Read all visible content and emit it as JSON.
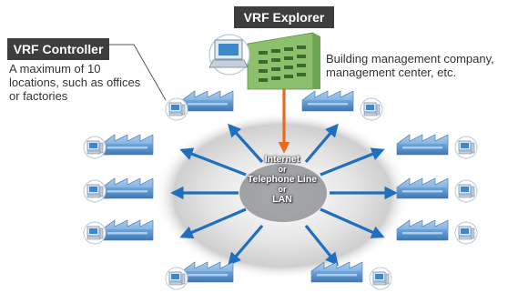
{
  "labels": {
    "explorer": "VRF Explorer",
    "controller": "VRF Controller"
  },
  "descriptions": {
    "controller_desc": "A maximum of 10 locations, such as offices or factories",
    "explorer_desc": "Building management company, management center, etc."
  },
  "center": {
    "line1": "Internet",
    "or1": "or",
    "line2": "Telephone Line",
    "or2": "or",
    "line3": "LAN"
  },
  "colors": {
    "arrow_blue": "#1f6fbf",
    "arrow_orange": "#e86a1c",
    "building_green": "#8dc06d",
    "factory_blue": "#4e88c4",
    "label_bg": "#3d3d3d"
  }
}
